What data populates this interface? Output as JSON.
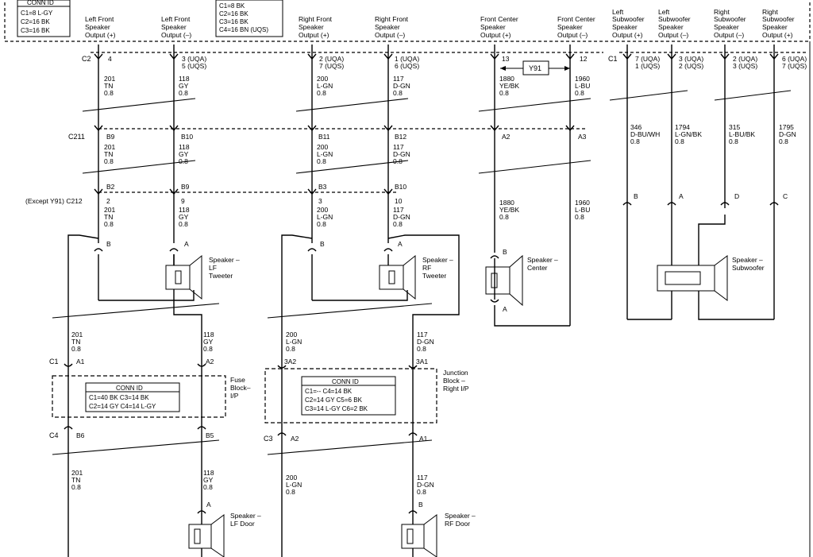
{
  "module_conn": {
    "title": "CONN ID",
    "rows": [
      "C1=8 L-GY",
      "C2=16 BK",
      "C3=16 BK"
    ]
  },
  "module_conn2": {
    "rows": [
      "C1=8 BK",
      "C2=16 BK",
      "C3=16 BK",
      "C4=16 BN (UQS)"
    ]
  },
  "outputs": {
    "lf_plus": [
      "Left Front",
      "Speaker",
      "Output (+)"
    ],
    "lf_minus": [
      "Left Front",
      "Speaker",
      "Output (–)"
    ],
    "rf_plus": [
      "Right Front",
      "Speaker",
      "Output (+)"
    ],
    "rf_minus": [
      "Right Front",
      "Speaker",
      "Output (–)"
    ],
    "fc_plus": [
      "Front Center",
      "Speaker",
      "Output (+)"
    ],
    "fc_minus": [
      "Front Center",
      "Speaker",
      "Output (–)"
    ],
    "ls_plus": [
      "Left",
      "Subwoofer",
      "Speaker",
      "Output (+)"
    ],
    "ls_minus": [
      "Left",
      "Subwoofer",
      "Speaker",
      "Output (–)"
    ],
    "rs_minus": [
      "Right",
      "Subwoofer",
      "Speaker",
      "Output (–)"
    ],
    "rs_plus": [
      "Right",
      "Subwoofer",
      "Speaker",
      "Output (+)"
    ]
  },
  "connectors": {
    "c2": "C2",
    "c1": "C1",
    "c211": "C211",
    "c212": "(Except Y91) C212",
    "c1_fuse": "C1",
    "c4_fuse": "C4",
    "c3_junction": "C3"
  },
  "pins": {
    "r1": {
      "lf_plus": [
        "4"
      ],
      "lf_minus": [
        "3 (UQA)",
        "5 (UQS)"
      ],
      "rf_plus": [
        "2 (UQA)",
        "7 (UQS)"
      ],
      "rf_minus": [
        "1 (UQA)",
        "6 (UQS)"
      ],
      "fc_plus": [
        "13"
      ],
      "fc_minus": [
        "12"
      ],
      "ls_plus": [
        "7 (UQA)",
        "1 (UQS)"
      ],
      "ls_minus": [
        "3 (UQA)",
        "2 (UQS)"
      ],
      "rs_minus": [
        "2 (UQA)",
        "3 (UQS)"
      ],
      "rs_plus": [
        "6 (UQA)",
        "7 (UQS)"
      ]
    },
    "r2": {
      "lf_plus": "B9",
      "lf_minus": "B10",
      "rf_plus": "B11",
      "rf_minus": "B12",
      "fc_plus": "A2",
      "fc_minus": "A3"
    },
    "r3": {
      "lf_plus": "B2",
      "lf_minus": "B9",
      "rf_plus": "B3",
      "rf_minus": "B10"
    },
    "r4": {
      "lf_plus": "2",
      "lf_minus": "9",
      "rf_plus": "3",
      "rf_minus": "10"
    },
    "sub": {
      "ls_plus": "B",
      "ls_minus": "A",
      "rs_minus": "D",
      "rs_plus": "C"
    },
    "spk": {
      "lf_b": "B",
      "lf_a": "A",
      "rf_b": "B",
      "rf_a": "A",
      "c_b": "B",
      "c_a": "A",
      "lfd_a": "A",
      "rfd_b": "B"
    },
    "fuse": {
      "a1": "A1",
      "a2": "A2",
      "b6": "B6",
      "b5": "B5"
    },
    "junction": {
      "a2_top": "3A2",
      "a1_top": "3A1",
      "a2": "A2",
      "a1": "A1"
    }
  },
  "y91_option": "Y91",
  "wires": {
    "lf_plus_201": [
      "201",
      "TN",
      "0.8"
    ],
    "lf_minus_118": [
      "118",
      "GY",
      "0.8"
    ],
    "rf_plus_200": [
      "200",
      "L-GN",
      "0.8"
    ],
    "rf_minus_117": [
      "117",
      "D-GN",
      "0.8"
    ],
    "fc_plus_1880": [
      "1880",
      "YE/BK",
      "0.8"
    ],
    "fc_minus_1960": [
      "1960",
      "L-BU",
      "0.8"
    ],
    "ls_plus_346": [
      "346",
      "D-BU/WH",
      "0.8"
    ],
    "ls_minus_1794": [
      "1794",
      "L-GN/BK",
      "0.8"
    ],
    "rs_minus_315": [
      "315",
      "L-BU/BK",
      "0.8"
    ],
    "rs_plus_1795": [
      "1795",
      "D-GN",
      "0.8"
    ]
  },
  "speakers": {
    "lf_tweeter": [
      "Speaker –",
      "LF",
      "Tweeter"
    ],
    "rf_tweeter": [
      "Speaker –",
      "RF",
      "Tweeter"
    ],
    "center": [
      "Speaker –",
      "Center"
    ],
    "subwoofer": [
      "Speaker –",
      "Subwoofer"
    ],
    "lf_door": [
      "Speaker –",
      "LF Door"
    ],
    "rf_door": [
      "Speaker –",
      "RF Door"
    ]
  },
  "fuse_block": {
    "label": [
      "Fuse",
      "Block–",
      "I/P"
    ],
    "title": "CONN ID",
    "rows": [
      "C1=40 BK   C3=14 BK",
      "C2=14 GY   C4=14 L-GY"
    ]
  },
  "junction_block": {
    "label": [
      "Junction",
      "Block –",
      "Right I/P"
    ],
    "title": "CONN ID",
    "rows": [
      "C1=--           C4=14 BK",
      "C2=14 GY     C5=6 BK",
      "C3=14 L-GY  C6=2 BK"
    ]
  }
}
